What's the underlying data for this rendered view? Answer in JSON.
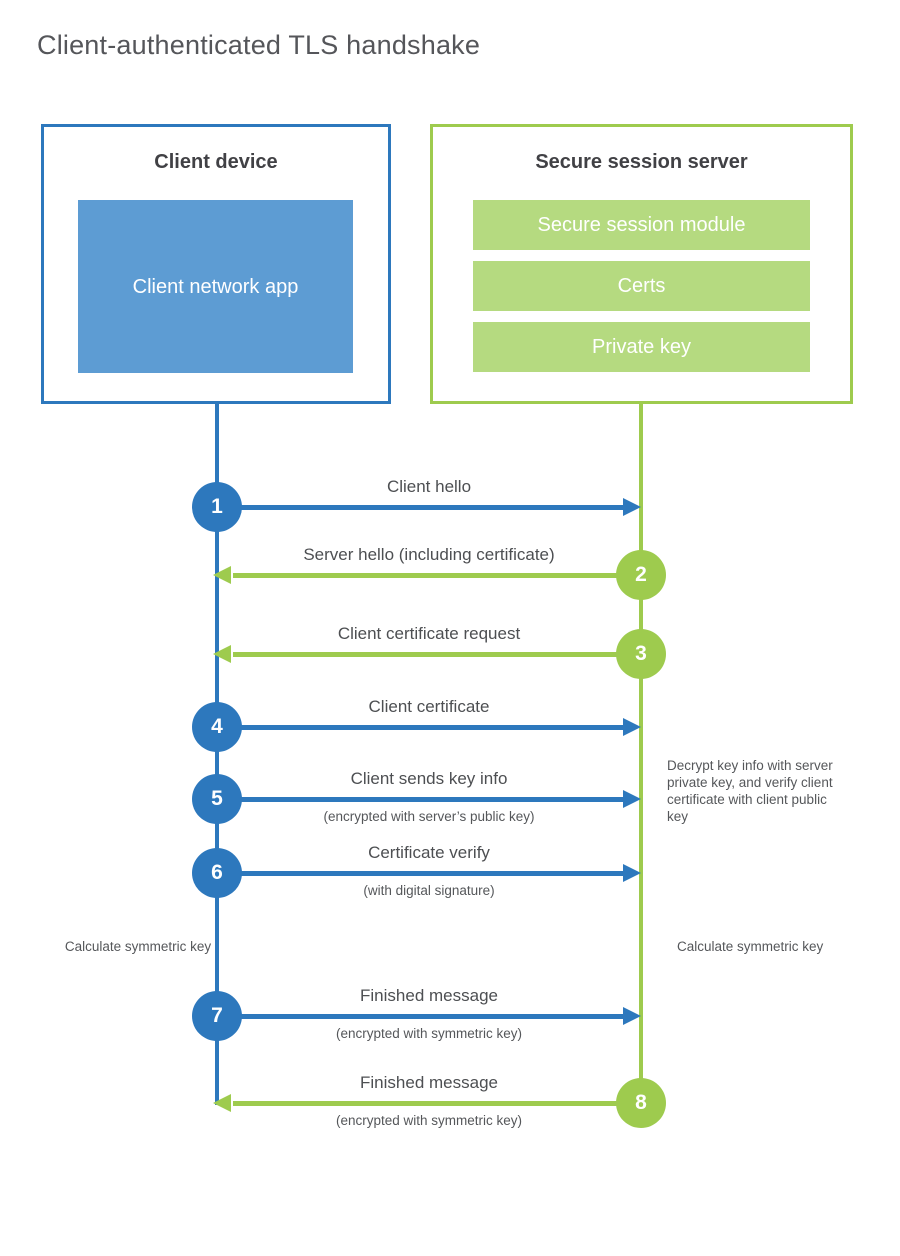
{
  "title": "Client-authenticated TLS handshake",
  "client": {
    "title": "Client device",
    "app": "Client network app"
  },
  "server": {
    "title": "Secure session server",
    "modules": [
      "Secure session module",
      "Certs",
      "Private key"
    ]
  },
  "messages": [
    {
      "num": "1",
      "label": "Client hello",
      "sub": "",
      "from": "client",
      "to": "server"
    },
    {
      "num": "2",
      "label": "Server hello (including certificate)",
      "sub": "",
      "from": "server",
      "to": "client"
    },
    {
      "num": "3",
      "label": "Client certificate request",
      "sub": "",
      "from": "server",
      "to": "client"
    },
    {
      "num": "4",
      "label": "Client certificate",
      "sub": "",
      "from": "client",
      "to": "server"
    },
    {
      "num": "5",
      "label": "Client sends key info",
      "sub": "(encrypted with server’s public key)",
      "from": "client",
      "to": "server"
    },
    {
      "num": "6",
      "label": "Certificate verify",
      "sub": "(with digital signature)",
      "from": "client",
      "to": "server"
    },
    {
      "num": "7",
      "label": "Finished message",
      "sub": "(encrypted with symmetric key)",
      "from": "client",
      "to": "server"
    },
    {
      "num": "8",
      "label": "Finished message",
      "sub": "(encrypted with symmetric key)",
      "from": "server",
      "to": "client"
    }
  ],
  "notes": {
    "decrypt": "Decrypt key info with server private key, and verify client certificate with client public key",
    "calc_left": "Calculate symmetric key",
    "calc_right": "Calculate symmetric key"
  },
  "colors": {
    "blue": "#2d78bd",
    "light_blue": "#5d9cd3",
    "green": "#9ecb4e",
    "light_green": "#b5da80"
  }
}
